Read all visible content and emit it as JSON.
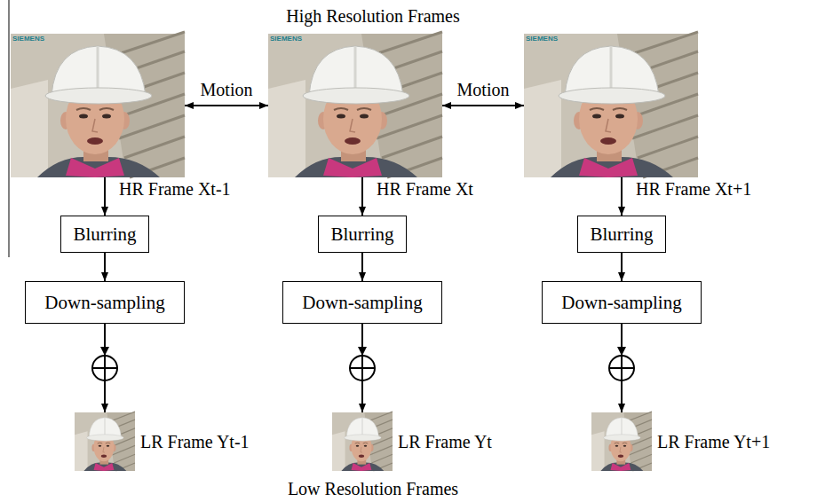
{
  "diagram": {
    "title": "High Resolution Frames",
    "caption": "Low Resolution Frames",
    "nodes": [
      {
        "text": [
          "HR Frame Xt-1"
        ]
      },
      {
        "text": [
          "HR Frame Xt"
        ]
      },
      {
        "text": [
          "HR Frame Xt+1"
        ]
      },
      {
        "text": [
          "Blurring"
        ]
      },
      {
        "text": [
          "Blurring"
        ]
      },
      {
        "text": [
          "Blurring"
        ]
      },
      {
        "text": [
          "Down-sampling"
        ]
      },
      {
        "text": [
          "Down-sampling"
        ]
      },
      {
        "text": [
          "Down-sampling"
        ]
      },
      {
        "text": [
          "LR Frame Yt-1"
        ]
      },
      {
        "text": [
          "LR Frame Yt"
        ]
      },
      {
        "text": [
          "LR Frame Yt+1"
        ]
      }
    ],
    "edges": [
      {
        "from": 0,
        "to": 1,
        "label": "Motion",
        "arrow": "both"
      },
      {
        "from": 1,
        "to": 2,
        "label": "Motion",
        "arrow": "both"
      },
      {
        "from": 0,
        "to": 3,
        "arrow": "to"
      },
      {
        "from": 1,
        "to": 4,
        "arrow": "to"
      },
      {
        "from": 2,
        "to": 5,
        "arrow": "to"
      },
      {
        "from": 3,
        "to": 6,
        "arrow": "to"
      },
      {
        "from": 4,
        "to": 7,
        "arrow": "to"
      },
      {
        "from": 5,
        "to": 8,
        "arrow": "to"
      },
      {
        "from": 6,
        "to": 9,
        "arrow": "to"
      },
      {
        "from": 7,
        "to": 10,
        "arrow": "to"
      },
      {
        "from": 8,
        "to": 11,
        "arrow": "to"
      }
    ],
    "labels": [
      "SIEMENS",
      "SIEMENS",
      "SIEMENS"
    ]
  }
}
